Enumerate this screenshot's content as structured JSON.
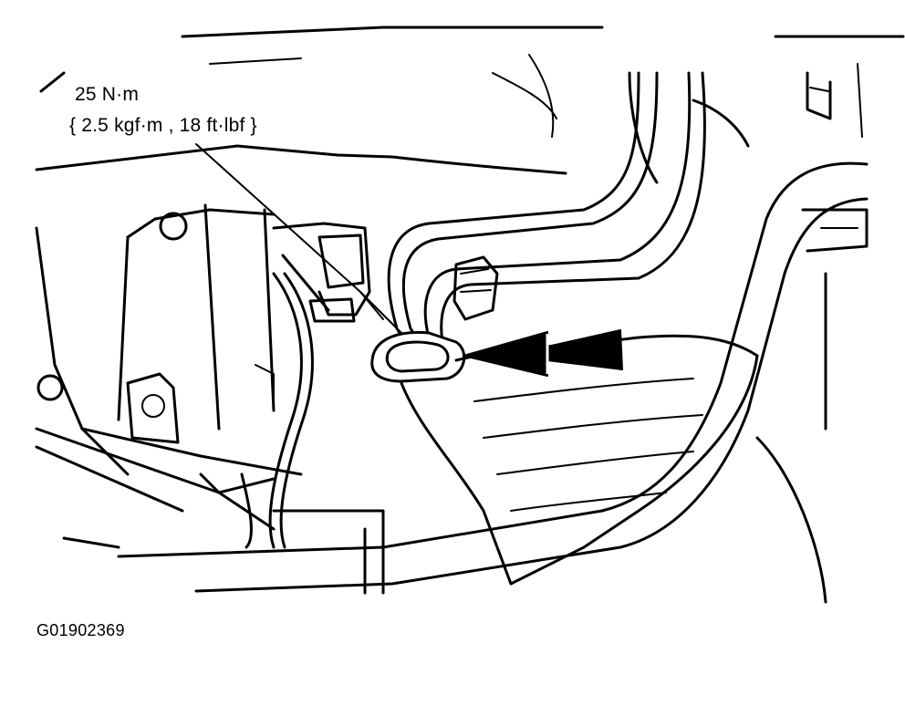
{
  "torque_spec": {
    "primary": "25 N·m",
    "secondary": "{ 2.5 kgf·m , 18 ft·lbf }"
  },
  "figure_id": "G01902369",
  "icons": {
    "arrow": "direction-arrow-icon"
  },
  "colors": {
    "ink": "#000000",
    "paper": "#ffffff"
  }
}
